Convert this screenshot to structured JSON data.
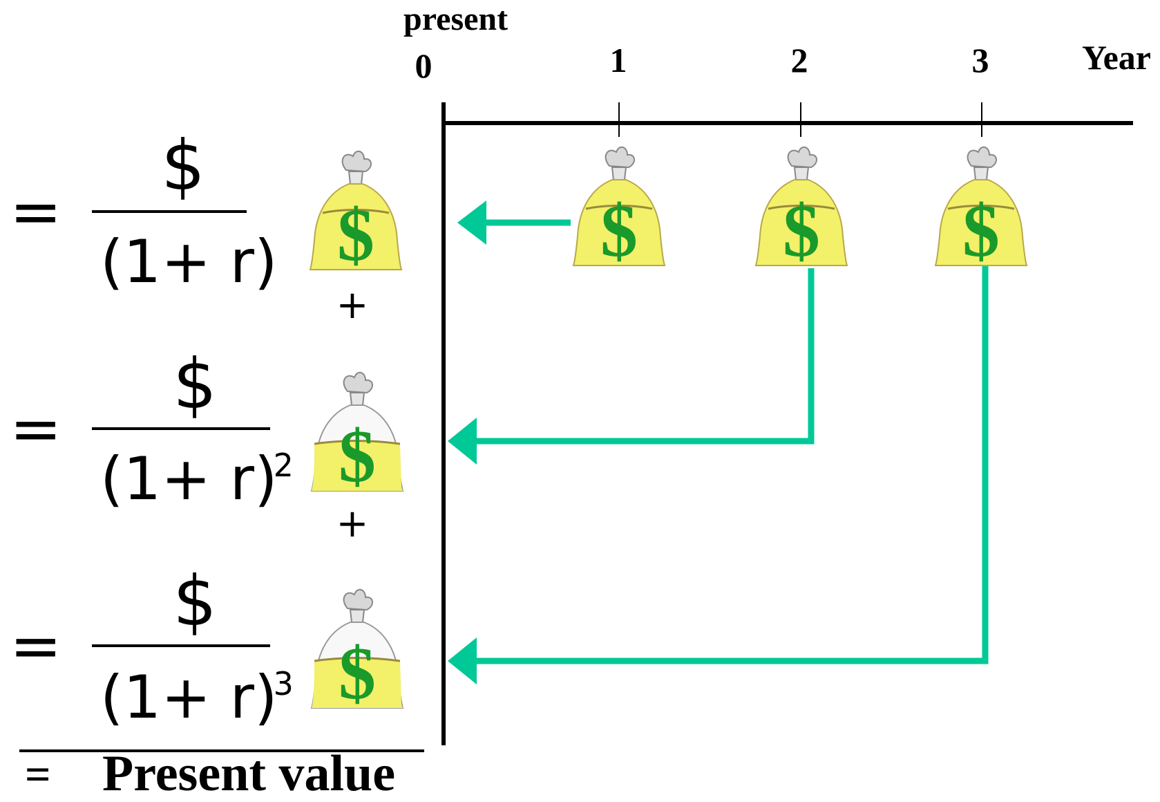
{
  "timeline": {
    "present_label": "present",
    "year_label": "Year",
    "ticks": [
      "0",
      "1",
      "2",
      "3"
    ]
  },
  "terms": [
    {
      "equals": "=",
      "numerator": "$",
      "denominator": "(1+ r)",
      "exponent": ""
    },
    {
      "equals": "=",
      "numerator": "$",
      "denominator": "(1+ r)",
      "exponent": "2"
    },
    {
      "equals": "=",
      "numerator": "$",
      "denominator": "(1+ r)",
      "exponent": "3"
    }
  ],
  "plus_signs": [
    "+",
    "+"
  ],
  "total": {
    "equals": "=",
    "label": "Present value"
  },
  "colors": {
    "arrow": "#00c896",
    "bag_body": "#f3f06a",
    "dollar_sign": "#1a9a2a",
    "axis": "#000000"
  },
  "icons": [
    "money-bag-icon"
  ]
}
